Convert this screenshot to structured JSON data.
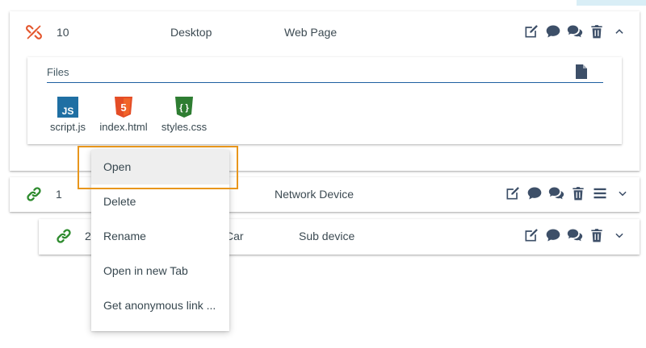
{
  "rows": [
    {
      "id": "10",
      "col2": "Desktop",
      "col3": "Web Page",
      "link_state": "broken"
    },
    {
      "id": "1",
      "col2": "",
      "col3": "Network Device",
      "link_state": "linked"
    },
    {
      "id": "2",
      "col2": "Car",
      "col3": "Sub device",
      "link_state": "linked"
    }
  ],
  "files_panel": {
    "label": "Files",
    "files": [
      {
        "name": "script.js",
        "icon": "js-file-icon",
        "badge": "JS",
        "color": "#1f6fa3"
      },
      {
        "name": "index.html",
        "icon": "html5-file-icon",
        "badge": "5",
        "color": "#e44d26"
      },
      {
        "name": "styles.css",
        "icon": "css-file-icon",
        "badge": "{ }",
        "color": "#2e7d32"
      }
    ]
  },
  "context_menu": {
    "items": [
      "Open",
      "Delete",
      "Rename",
      "Open in new Tab",
      "Get anonymous link ..."
    ],
    "active": "Open"
  },
  "colors": {
    "icon": "#3d4f68",
    "link_ok": "#2e8b2e",
    "link_broken": "#e4572e",
    "highlight": "#e8961c",
    "files_underline": "#1e5fa0"
  }
}
